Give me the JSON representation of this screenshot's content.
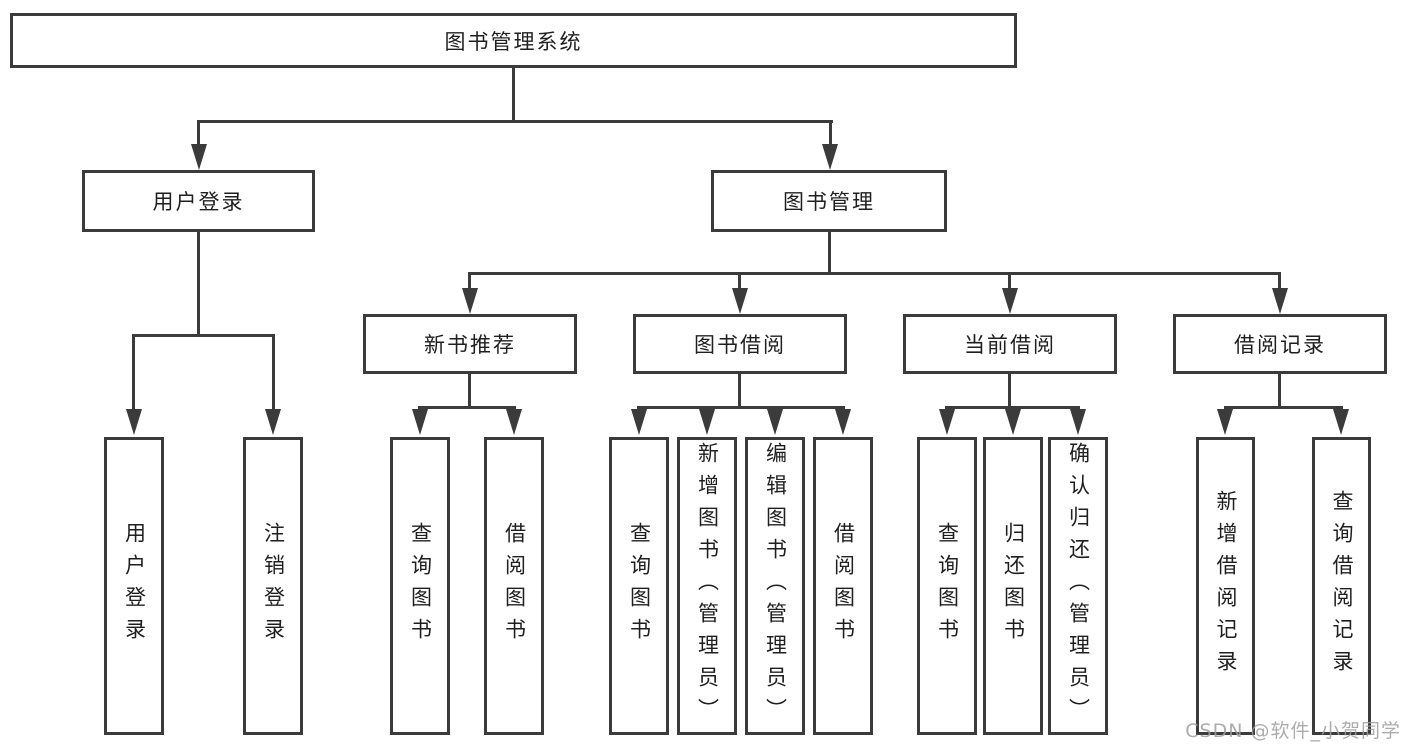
{
  "diagram": {
    "root": {
      "label": "图书管理系统"
    },
    "user_login": {
      "label": "用户登录",
      "children": [
        {
          "label": "用户登录"
        },
        {
          "label": "注销登录"
        }
      ]
    },
    "book_mgmt": {
      "label": "图书管理",
      "sections": {
        "new_books": {
          "label": "新书推荐",
          "children": [
            {
              "label": "查询图书"
            },
            {
              "label": "借阅图书"
            }
          ]
        },
        "borrowing": {
          "label": "图书借阅",
          "children": [
            {
              "label": "查询图书"
            },
            {
              "label": "新增图书（管理员）"
            },
            {
              "label": "编辑图书（管理员）"
            },
            {
              "label": "借阅图书"
            }
          ]
        },
        "current": {
          "label": "当前借阅",
          "children": [
            {
              "label": "查询图书"
            },
            {
              "label": "归还图书"
            },
            {
              "label": "确认归还（管理员）"
            }
          ]
        },
        "records": {
          "label": "借阅记录",
          "children": [
            {
              "label": "新增借阅记录"
            },
            {
              "label": "查询借阅记录"
            }
          ]
        }
      }
    },
    "watermark": "CSDN @软件_小贺同学",
    "colors": {
      "line": "#3b3b3b",
      "box_border": "#3b3b3b",
      "box_fill": "#ffffff",
      "text": "#1f1f1f",
      "watermark": "#9e9e9e"
    }
  }
}
